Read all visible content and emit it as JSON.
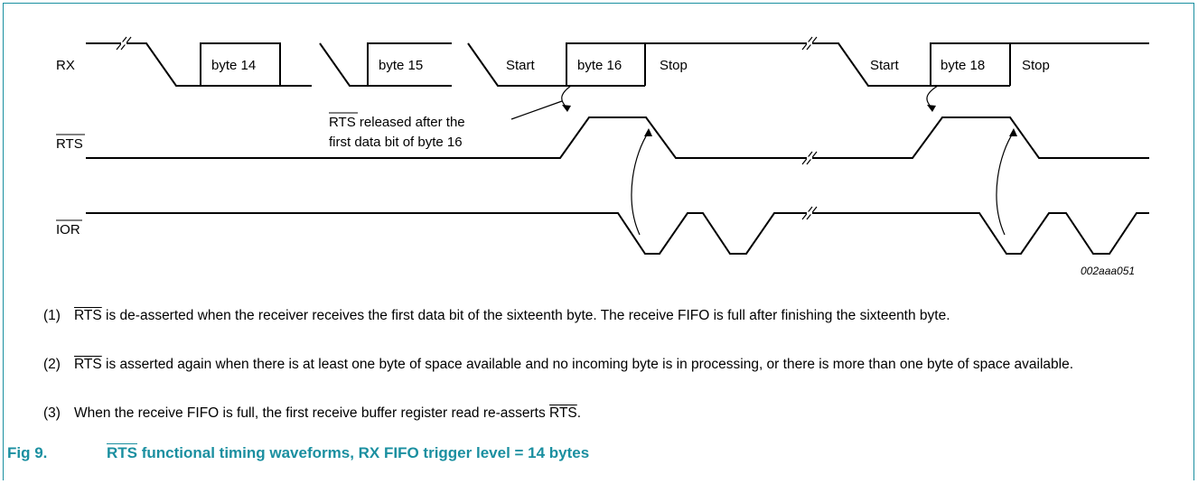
{
  "signals": {
    "rx": "RX",
    "rts": "RTS",
    "ior": "IOR"
  },
  "rx_labels": {
    "byte14": "byte 14",
    "byte15": "byte 15",
    "start1": "Start",
    "byte16": "byte 16",
    "stop1": "Stop",
    "start2": "Start",
    "byte18": "byte 18",
    "stop2": "Stop"
  },
  "annotation": {
    "rts": "RTS",
    "line1_rest": " released after the",
    "line2": "first data bit of byte 16"
  },
  "figure_id": "002aaa051",
  "notes": [
    {
      "num": "(1)",
      "prefix": "",
      "rts": "RTS",
      "text": " is de-asserted when the receiver receives the first data bit of the sixteenth byte. The receive FIFO is full after finishing the sixteenth byte."
    },
    {
      "num": "(2)",
      "prefix": "",
      "rts": "RTS",
      "text": " is asserted again when there is at least one byte of space available and no incoming byte is in processing, or there is more than one byte of space available."
    },
    {
      "num": "(3)",
      "prefix": "When the receive FIFO is full, the first receive buffer register read re-asserts ",
      "rts": "RTS",
      "text": "."
    }
  ],
  "caption": {
    "number": "Fig 9.",
    "rts": "RTS",
    "title_rest": " functional timing waveforms, RX FIFO trigger level = 14 bytes"
  },
  "colors": {
    "accent": "#1a8fa0",
    "line": "#000000"
  }
}
